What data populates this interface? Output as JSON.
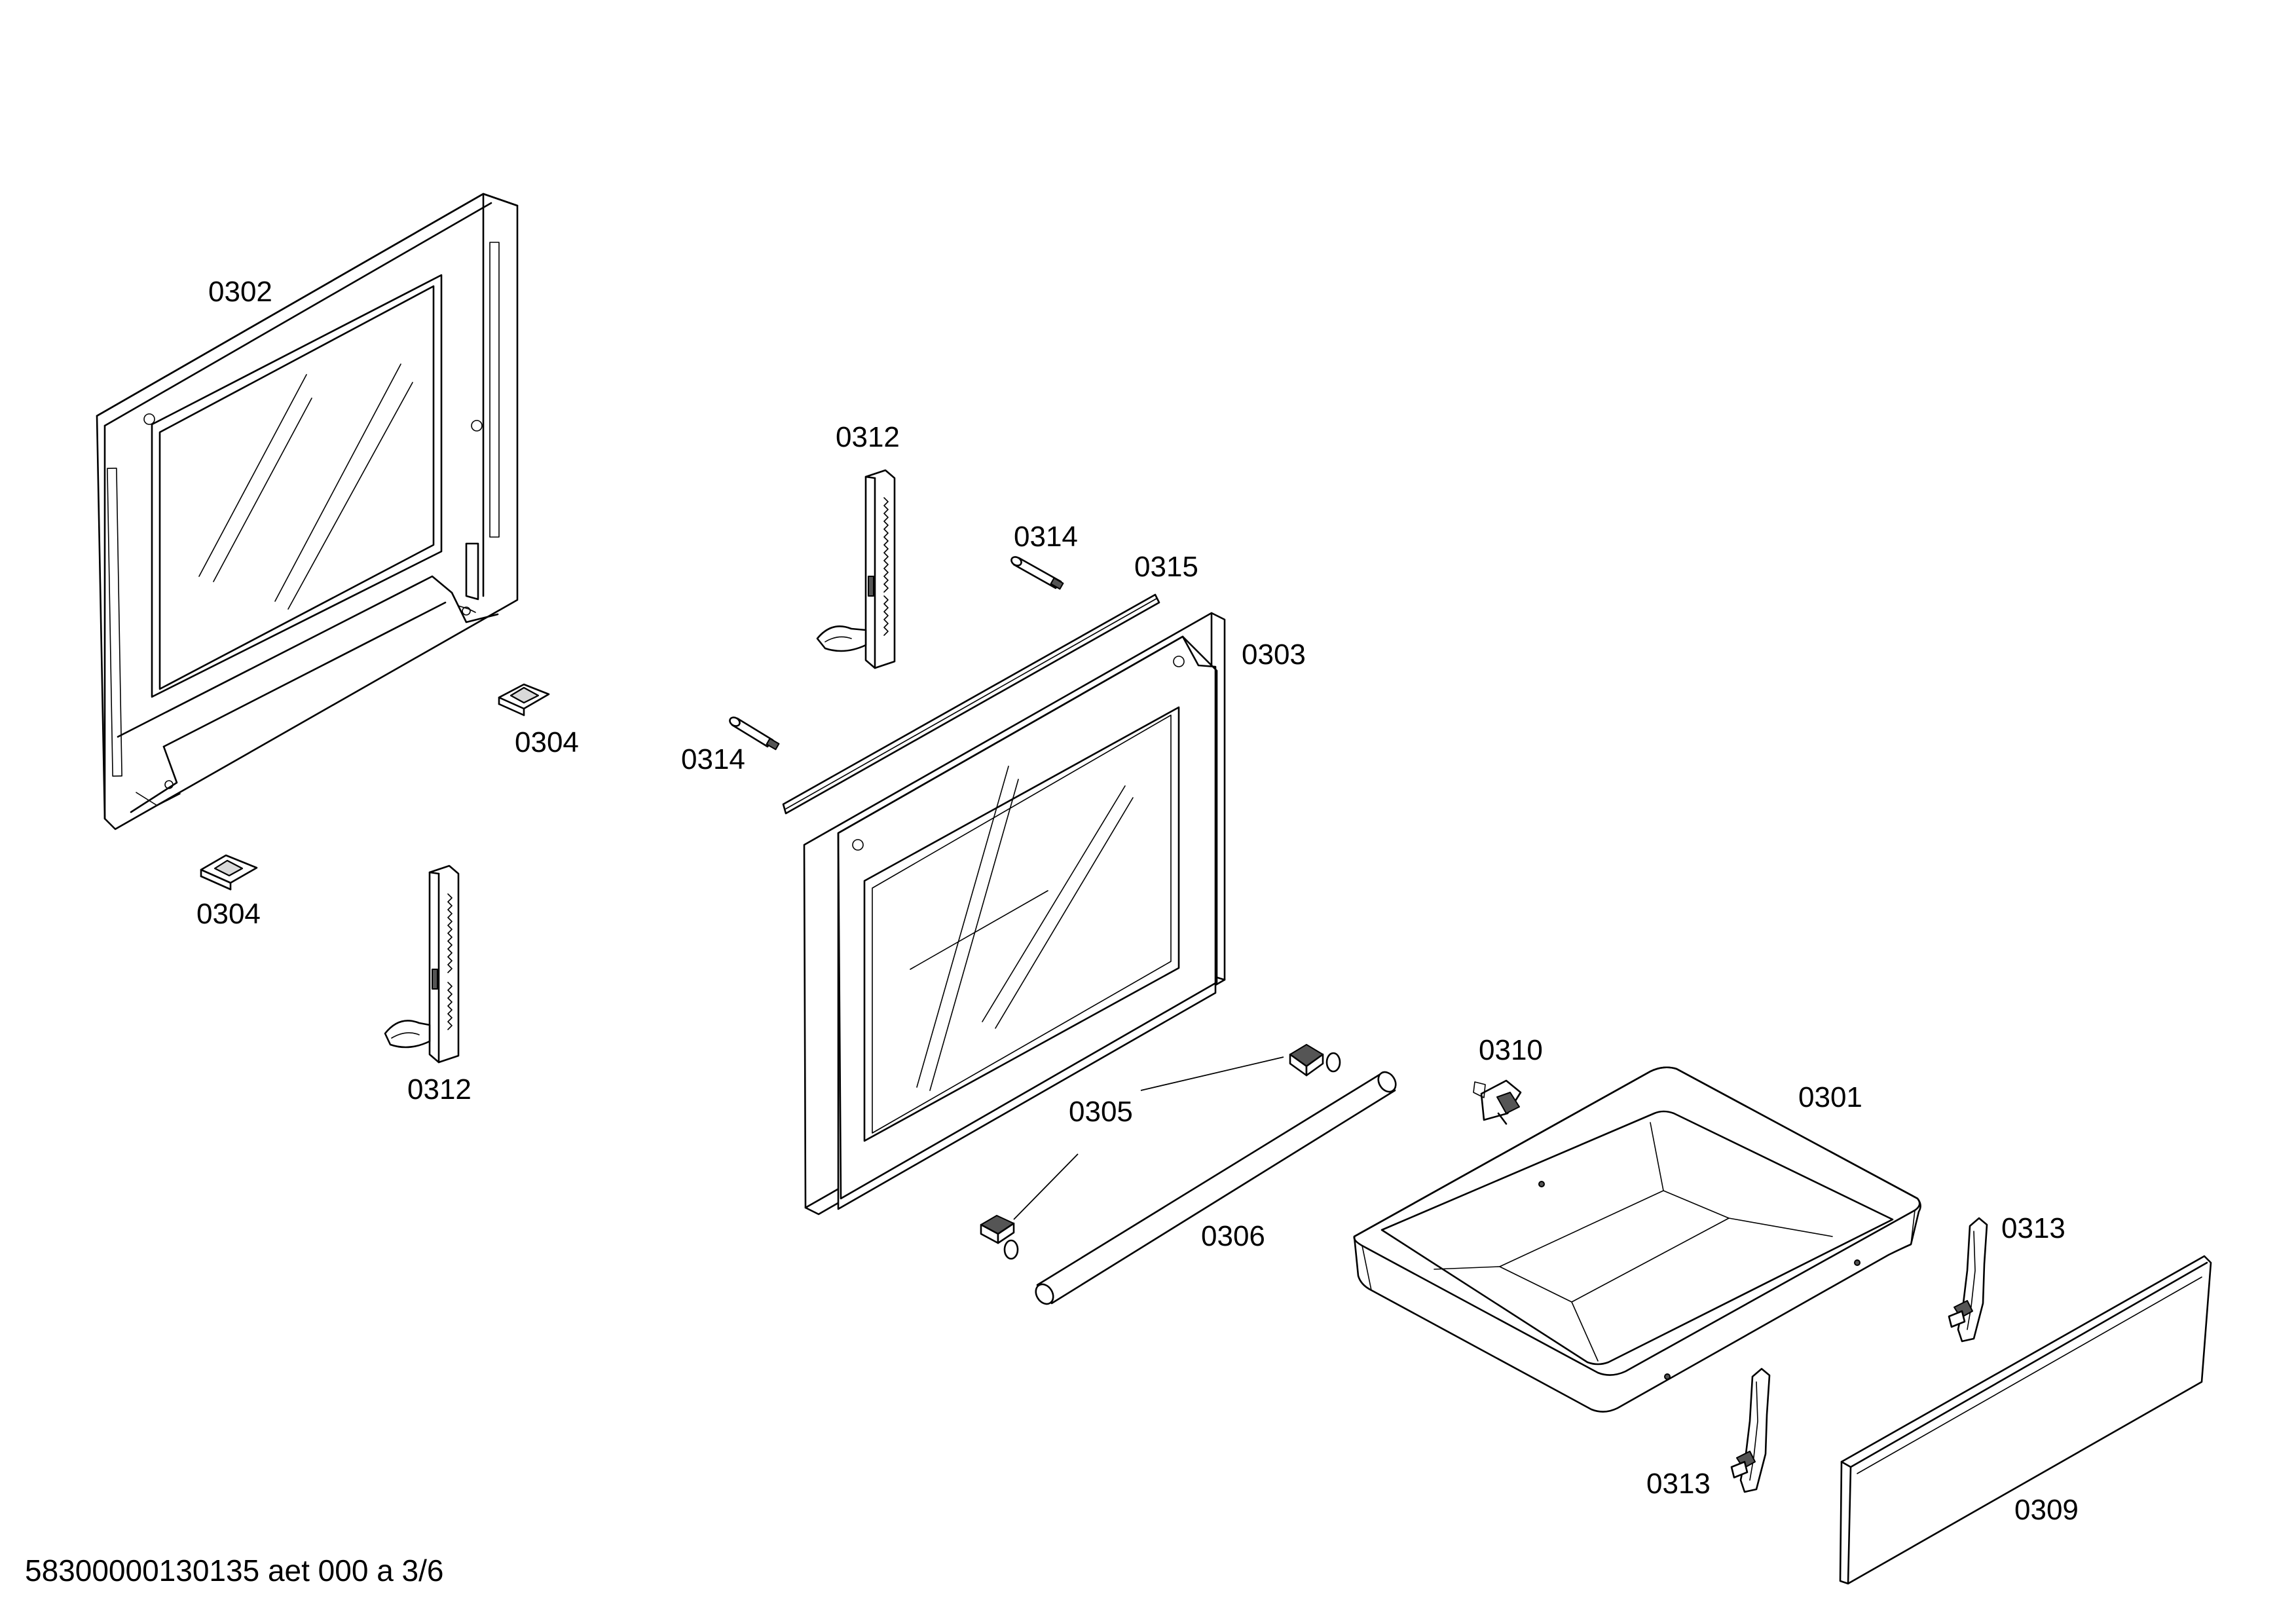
{
  "labels": {
    "p0302": "0302",
    "p0304_a": "0304",
    "p0304_b": "0304",
    "p0312_a": "0312",
    "p0312_b": "0312",
    "p0314_a": "0314",
    "p0314_b": "0314",
    "p0315": "0315",
    "p0303": "0303",
    "p0305": "0305",
    "p0306": "0306",
    "p0310": "0310",
    "p0301": "0301",
    "p0313_a": "0313",
    "p0313_b": "0313",
    "p0309": "0309"
  },
  "footer": "58300000130135 aet 000 a 3/6"
}
